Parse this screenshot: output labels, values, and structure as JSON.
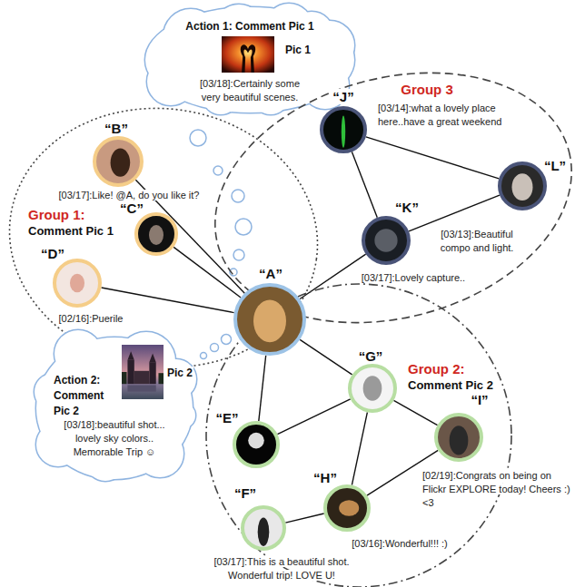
{
  "diagram": {
    "nodes": [
      {
        "text": [
          "Action 1: Comment Pic 1",
          "Pic 1",
          "[03/18]:Certainly some very beautiful scenes."
        ]
      },
      {
        "text": [
          "Group 1:",
          "Comment Pic 1"
        ]
      },
      {
        "text": [
          "“B”",
          "[03/17]:Like! @A, do you like it?"
        ],
        "in": 1
      },
      {
        "text": [
          "“C”"
        ],
        "in": 1
      },
      {
        "text": [
          "“D”",
          "[02/16]:Puerile"
        ],
        "in": 1
      },
      {
        "text": [
          "Group 3"
        ]
      },
      {
        "text": [
          "“J”",
          "[03/14]:what a lovely place here..have a great weekend"
        ],
        "in": 5
      },
      {
        "text": [
          "“K”",
          "[03/17]:Lovely capture.."
        ],
        "in": 5
      },
      {
        "text": [
          "“L”",
          "[03/13]:Beautiful compo and light."
        ],
        "in": 5
      },
      {
        "text": [
          "“A”"
        ]
      },
      {
        "text": [
          "Action 2: Comment Pic 2",
          "Pic 2",
          "[03/18]:beautiful shot... lovely sky colors.. Memorable Trip ☺"
        ]
      },
      {
        "text": [
          "Group 2:",
          "Comment Pic 2"
        ]
      },
      {
        "text": [
          "“G”"
        ],
        "in": 11
      },
      {
        "text": [
          "“E”"
        ],
        "in": 11
      },
      {
        "text": [
          "“I”",
          "[02/19]:Congrats on being on Flickr EXPLORE today! Cheers :) <3"
        ],
        "in": 11
      },
      {
        "text": [
          "“H”",
          "[03/16]:Wonderful!!! :)"
        ],
        "in": 11
      },
      {
        "text": [
          "“F”",
          "[03/17]:This is a beautiful shot. Wonderful trip! LOVE U!"
        ],
        "in": 11
      }
    ],
    "edges": [
      {
        "from": 2,
        "to": 9,
        "arrow": "none"
      },
      {
        "from": 3,
        "to": 9,
        "arrow": "none"
      },
      {
        "from": 4,
        "to": 9,
        "arrow": "none"
      },
      {
        "from": 9,
        "to": 7,
        "arrow": "none"
      },
      {
        "from": 6,
        "to": 7,
        "arrow": "none"
      },
      {
        "from": 6,
        "to": 8,
        "arrow": "none"
      },
      {
        "from": 7,
        "to": 8,
        "arrow": "none"
      },
      {
        "from": 9,
        "to": 12,
        "arrow": "none"
      },
      {
        "from": 9,
        "to": 13,
        "arrow": "none"
      },
      {
        "from": 13,
        "to": 12,
        "arrow": "none"
      },
      {
        "from": 12,
        "to": 15,
        "arrow": "none"
      },
      {
        "from": 12,
        "to": 14,
        "arrow": "none"
      },
      {
        "from": 15,
        "to": 14,
        "arrow": "none"
      },
      {
        "from": 16,
        "to": 15,
        "arrow": "none"
      }
    ]
  }
}
